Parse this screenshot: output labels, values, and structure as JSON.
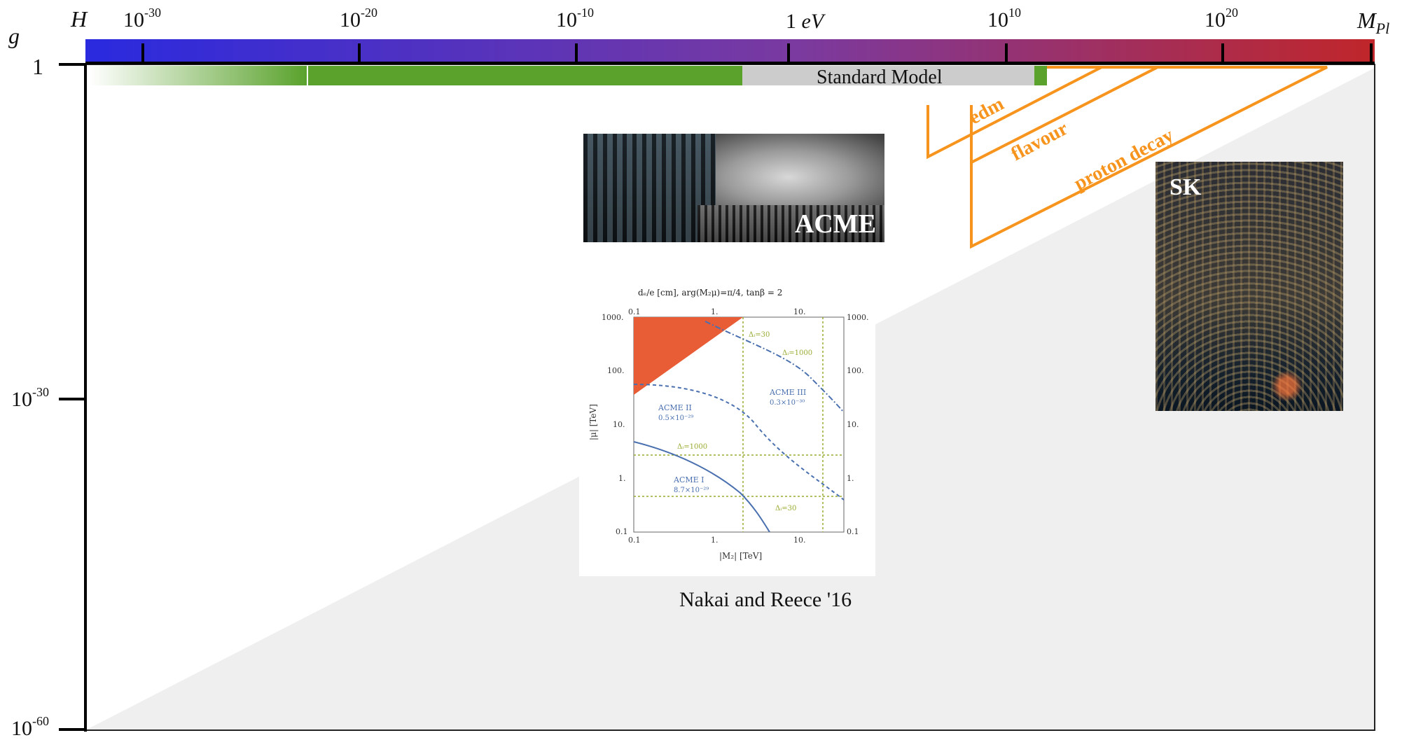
{
  "axes": {
    "y_symbol": "g",
    "x_left_label": "H",
    "x_right_label": "M",
    "x_right_sub": "Pl",
    "top_ticks": [
      {
        "base": "10",
        "exp": "-30"
      },
      {
        "base": "10",
        "exp": "-20"
      },
      {
        "base": "10",
        "exp": "-10"
      },
      {
        "base": "1 ",
        "exp": "",
        "unit": "eV"
      },
      {
        "base": "10",
        "exp": "10"
      },
      {
        "base": "10",
        "exp": "20"
      }
    ],
    "left_ticks": [
      {
        "base": "1",
        "exp": ""
      },
      {
        "base": "10",
        "exp": "-30"
      },
      {
        "base": "10",
        "exp": "-60"
      }
    ]
  },
  "colors": {
    "bar_left": "#2a2adf",
    "bar_mid": "#7a3aa0",
    "bar_right": "#c0262a",
    "green": "#5aa22c",
    "sm_gray": "#cccccc",
    "orange": "#f7941d",
    "shade": "#efefef"
  },
  "bands": {
    "standard_model": "Standard Model"
  },
  "constraints": [
    {
      "label": "edm"
    },
    {
      "label": "flavour"
    },
    {
      "label": "proton decay"
    }
  ],
  "insets": {
    "acme_label": "ACME",
    "sk_label": "SK",
    "citation": "Nakai and Reece '16"
  },
  "inset_plot": {
    "title": "dₑ/e [cm], arg(M₂μ)=π/4, tanβ = 2",
    "x_label": "|M₂| [TeV]",
    "y_label": "|μ| [TeV]",
    "x_ticks": [
      "0.1",
      "1.",
      "10."
    ],
    "y_ticks": [
      "0.1",
      "1.",
      "10.",
      "100.",
      "1000."
    ],
    "acme_curves": [
      {
        "name": "ACME I",
        "value": "8.7×10⁻²⁹"
      },
      {
        "name": "ACME II",
        "value": "0.5×10⁻²⁹"
      },
      {
        "name": "ACME III",
        "value": "0.3×10⁻³⁰"
      }
    ],
    "delta_labels": [
      "Δᵢ=30",
      "Δᵢ=1000",
      "Δᵢ=1000",
      "Δᵢ=30"
    ]
  }
}
